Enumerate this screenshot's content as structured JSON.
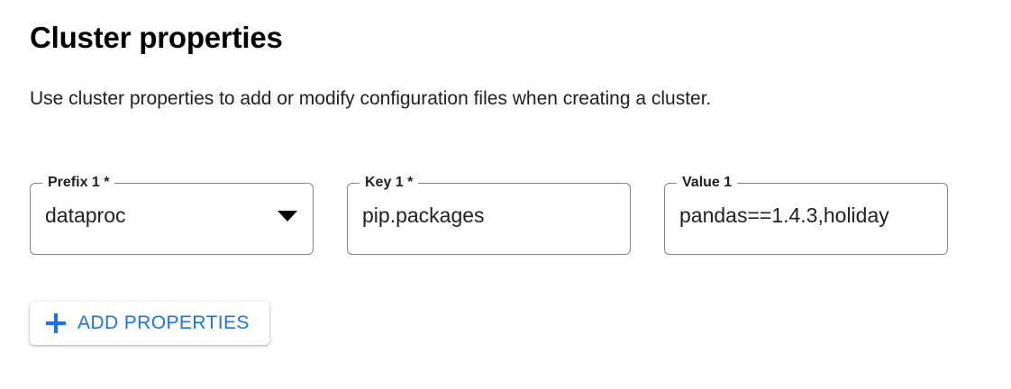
{
  "header": {
    "title": "Cluster properties",
    "subtitle": "Use cluster properties to add or modify configuration files when creating a cluster."
  },
  "fields": [
    {
      "label": "Prefix 1 *",
      "value": "dataproc",
      "type": "select",
      "icon": "chevron-down-icon",
      "required": true
    },
    {
      "label": "Key 1 *",
      "value": "pip.packages",
      "type": "text",
      "required": true
    },
    {
      "label": "Value 1",
      "value": "pandas==1.4.3,holiday",
      "type": "text",
      "required": false
    }
  ],
  "actions": {
    "add_properties_label": "ADD PROPERTIES",
    "add_properties_icon": "plus-icon"
  },
  "colors": {
    "accent": "#1a73e8",
    "text": "#202124",
    "border": "#80868b",
    "background": "#ffffff"
  }
}
